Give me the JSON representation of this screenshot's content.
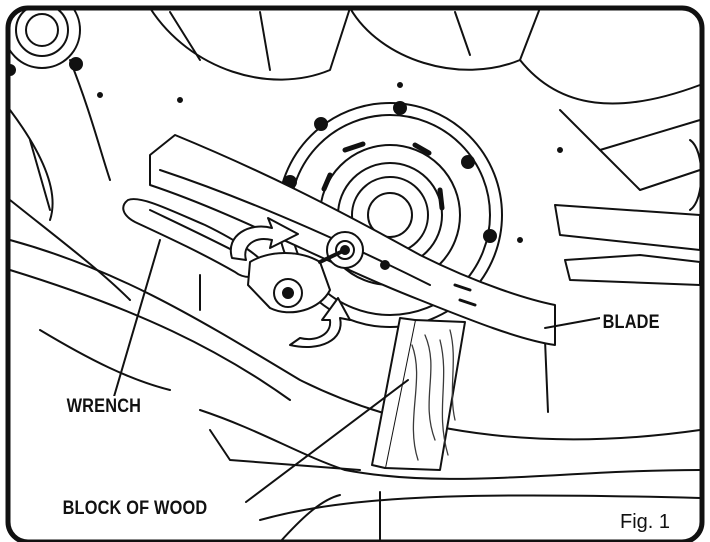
{
  "labels": {
    "blade": "BLADE",
    "wrench": "WRENCH",
    "block_of_wood": "BLOCK OF WOOD"
  },
  "figure_caption": "Fig. 1",
  "colors": {
    "ink": "#111111",
    "paper": "#ffffff",
    "wood_grain": "#3a3a3a"
  }
}
